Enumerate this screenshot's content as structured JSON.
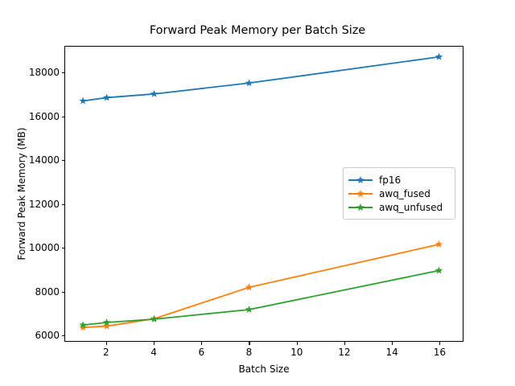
{
  "chart_data": {
    "type": "line",
    "title": "Forward Peak Memory per Batch Size",
    "xlabel": "Batch Size",
    "ylabel": "Forward Peak Memory (MB)",
    "xlim": [
      0.25,
      17.0
    ],
    "ylim": [
      5720,
      19220
    ],
    "xticks": [
      2,
      4,
      6,
      8,
      10,
      12,
      14,
      16
    ],
    "yticks": [
      6000,
      8000,
      10000,
      12000,
      14000,
      16000,
      18000
    ],
    "grid": false,
    "legend_position": "center-right",
    "marker": "star",
    "x": [
      1,
      2,
      4,
      8,
      16
    ],
    "series": [
      {
        "name": "fp16",
        "color": "#1f77b4",
        "values": [
          16730,
          16880,
          17050,
          17550,
          18750
        ]
      },
      {
        "name": "awq_fused",
        "color": "#ff7f0e",
        "values": [
          6340,
          6400,
          6740,
          8180,
          10150
        ]
      },
      {
        "name": "awq_unfused",
        "color": "#2ca02c",
        "values": [
          6450,
          6570,
          6720,
          7160,
          8950
        ]
      }
    ]
  }
}
